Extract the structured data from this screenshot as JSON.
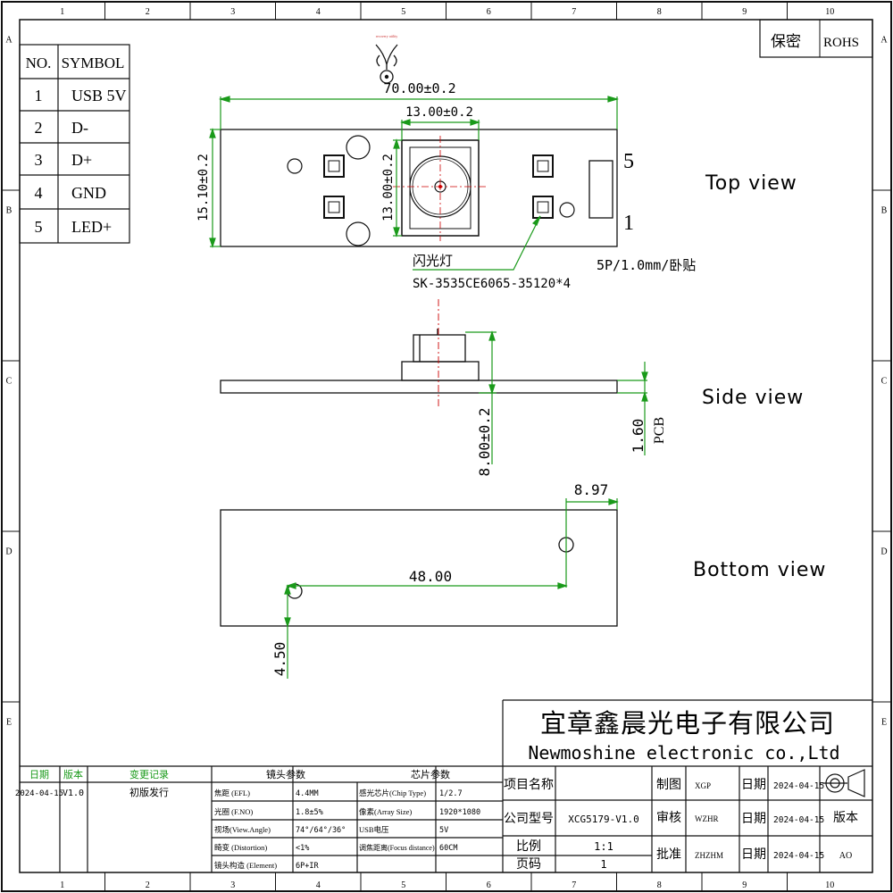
{
  "frame": {
    "columns": [
      "1",
      "2",
      "3",
      "4",
      "5",
      "6",
      "7",
      "8",
      "9",
      "10"
    ],
    "rows": [
      "A",
      "B",
      "C",
      "D",
      "E"
    ]
  },
  "top_right": {
    "secret": "保密",
    "rohs": "ROHS"
  },
  "pin_table": {
    "headers": [
      "NO.",
      "SYMBOL"
    ],
    "rows": [
      [
        "1",
        "USB 5V"
      ],
      [
        "2",
        "D-"
      ],
      [
        "3",
        "D+"
      ],
      [
        "4",
        "GND"
      ],
      [
        "5",
        "LED+"
      ]
    ]
  },
  "logo_text": "recovery utility",
  "views": {
    "top": "Top view",
    "side": "Side view",
    "bottom": "Bottom view"
  },
  "dims": {
    "total_width": "70.00±0.2",
    "lens_width": "13.00±0.2",
    "lens_height": "13.00±0.2",
    "board_height": "15.10±0.2",
    "side_height": "8.00±0.2",
    "pcb_thickness": "1.60",
    "pcb_label": "PCB",
    "hole_offset": "8.97",
    "hole_spacing": "48.00",
    "hole_vertical": "4.50"
  },
  "pins": {
    "pin5": "5",
    "pin1": "1"
  },
  "labels": {
    "flash_cn": "闪光灯",
    "flash_part": "SK-3535CE6065-35120*4",
    "connector": "5P/1.0mm/卧贴"
  },
  "company": {
    "name_cn": "宜章鑫晨光电子有限公司",
    "name_en": "Newmoshine electronic co.,Ltd"
  },
  "revision": {
    "headers": [
      "日期",
      "版本",
      "变更记录"
    ],
    "row": [
      "2024-04-15",
      "V1.0",
      "初版发行"
    ]
  },
  "lens_params": {
    "header": "镜头参数",
    "rows": [
      [
        "焦距 (EFL)",
        "4.4MM"
      ],
      [
        "光圈 (F.NO)",
        "1.8±5%"
      ],
      [
        "视场(View.Angle)",
        "74°/64°/36°"
      ],
      [
        "畸变 (Distortion)",
        "<1%"
      ],
      [
        "镜头构造 (Element)",
        "6P+IR"
      ]
    ]
  },
  "chip_params": {
    "header": "芯片参数",
    "rows": [
      [
        "感光芯片(Chip Type)",
        "1/2.7"
      ],
      [
        "像素(Array Size)",
        "1920*1080"
      ],
      [
        "USB电压",
        "5V"
      ],
      [
        "调焦距离(Focus distance)",
        "60CM"
      ],
      [
        "",
        ""
      ]
    ]
  },
  "title_block": {
    "project_label": "项目名称",
    "model_label": "公司型号",
    "model_value": "XCG5179-V1.0",
    "scale_label": "比例",
    "scale_value": "1:1",
    "page_label": "页码",
    "page_value": "1",
    "drawn_label": "制图",
    "drawn_value": "XGP",
    "check_label": "审核",
    "check_value": "WZHR",
    "approve_label": "批准",
    "approve_value": "ZHZHM",
    "date_label": "日期",
    "date_value": "2024-04-15",
    "version_label": "版本",
    "version_value": "AO"
  }
}
